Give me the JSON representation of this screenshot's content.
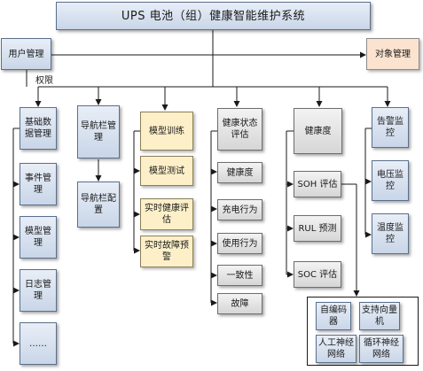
{
  "title": "UPS 电池（组）健康智能维护系统",
  "left": {
    "user_mgmt": "用户管理",
    "permission_label": "权限",
    "items": [
      "基础数据管理",
      "事件管理",
      "模型管理",
      "日志管理",
      "……"
    ]
  },
  "right_top": {
    "object_mgmt": "对象管理"
  },
  "nav": {
    "nav_mgmt": "导航栏管理",
    "nav_config": "导航栏配置"
  },
  "model": {
    "items": [
      "模型训练",
      "模型测试",
      "实时健康评估",
      "实时故障预警"
    ]
  },
  "health_eval": {
    "header": "健康状态评估",
    "items": [
      "健康度",
      "充电行为",
      "使用行为",
      "一致性",
      "故障"
    ]
  },
  "health": {
    "header": "健康度",
    "items": [
      "SOH 评估",
      "RUL 预测",
      "SOC 评估"
    ]
  },
  "alarm": {
    "items": [
      "告警监控",
      "电压监控",
      "温度监控"
    ]
  },
  "algorithms": {
    "items": [
      "自编码器",
      "支持向量机",
      "人工神经网络",
      "循环神经网络"
    ]
  },
  "colors": {
    "blue_border": "#5a6f8c",
    "peach": "#fbe3cf",
    "yellow": "#fdf0c8",
    "line": "#1a1a1a"
  }
}
